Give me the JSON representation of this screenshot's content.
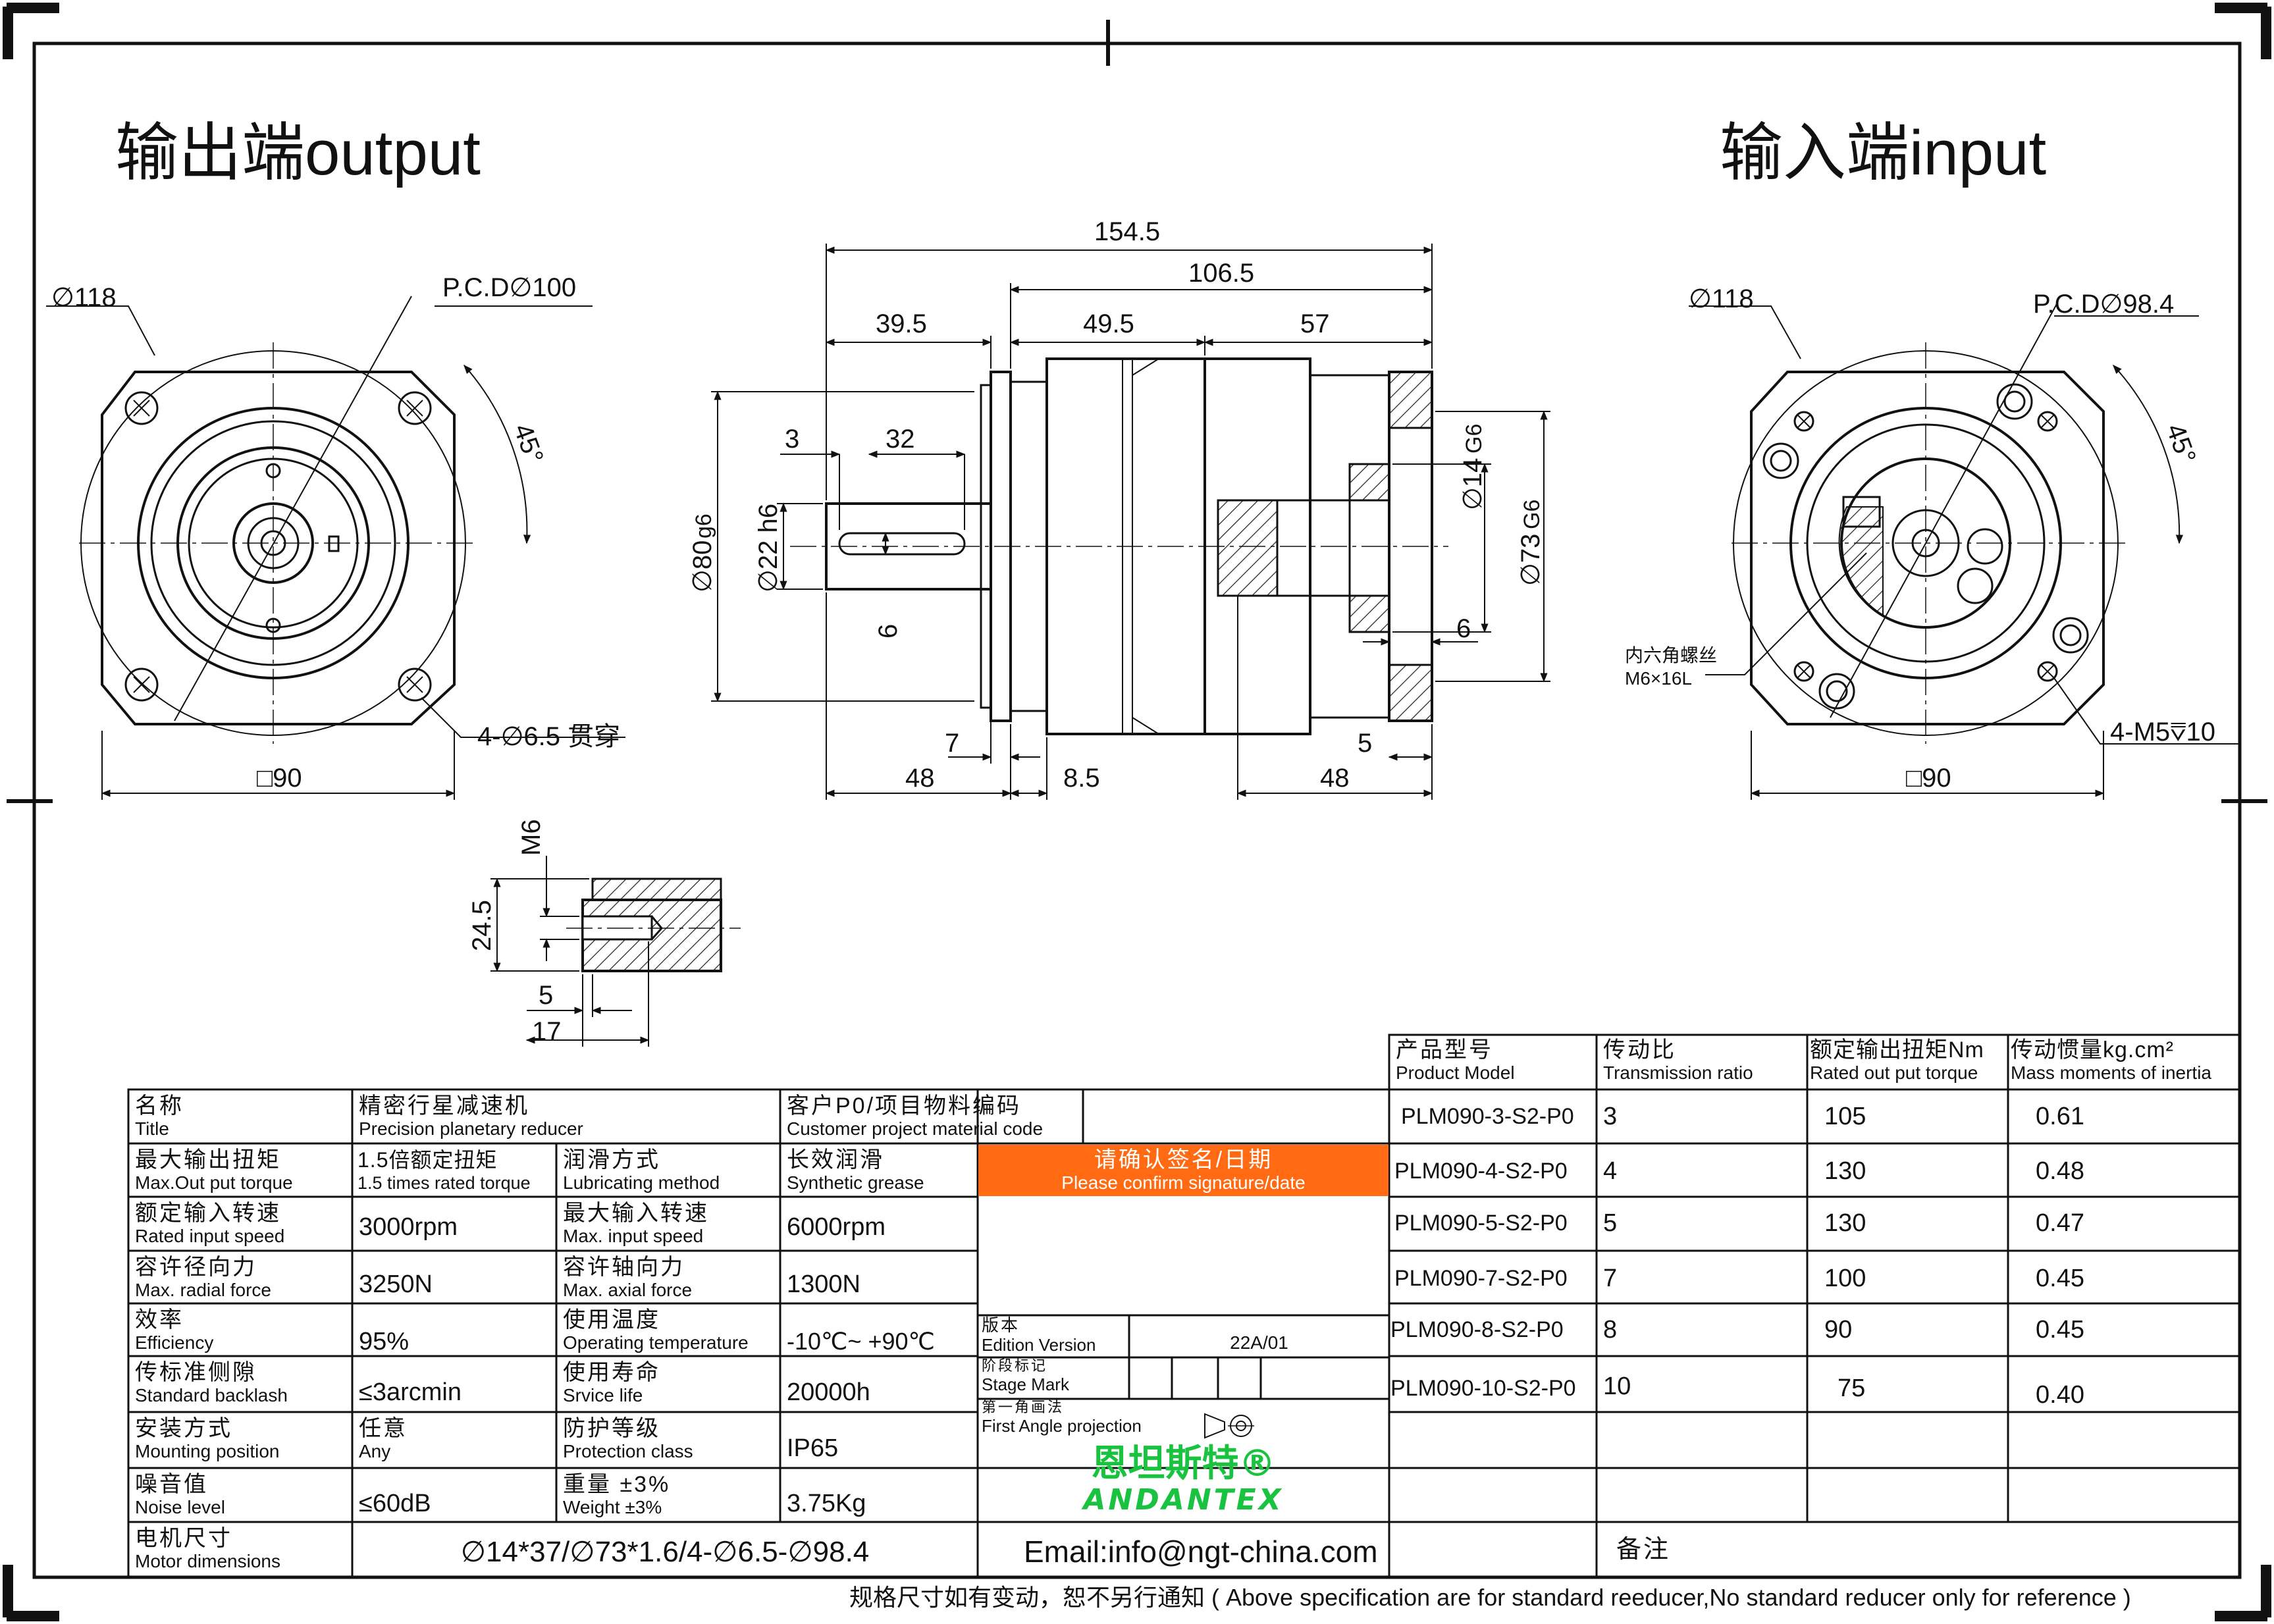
{
  "headings": {
    "output": "输出端output",
    "input": "输入端input"
  },
  "dims": {
    "overall_length": "154.5",
    "body_length": "106.5",
    "shaft_length": "39.5",
    "body_a": "49.5",
    "body_b": "57",
    "shaft_key_offset": "3",
    "key_length": "32",
    "flange_dia": "∅80",
    "flange_tol": "g6",
    "shaft_dia": "∅22 h6",
    "key_width": "6",
    "bore_dia": "∅14",
    "bore_tol": "G6",
    "spigot_dia": "∅73",
    "spigot_tol": "G6",
    "spigot_depth": "6",
    "pilot_7": "7",
    "len_48_left": "48",
    "len_8_5": "8.5",
    "len_5": "5",
    "len_48_right": "48",
    "out_outer_dia": "∅118",
    "out_pcd": "P.C.D∅100",
    "out_angle": "45°",
    "out_holes": "4-∅6.5 贯穿",
    "out_square": "□90",
    "in_outer_dia": "∅118",
    "in_pcd": "P.C.D∅98.4",
    "in_angle": "45°",
    "in_screw_zh": "内六角螺丝",
    "in_screw_en": "M6×16L",
    "in_holes": "4-M5⩢10",
    "in_square": "□90",
    "detail_thread": "M6",
    "detail_height": "24.5",
    "detail_5": "5",
    "detail_17": "17"
  },
  "spec": {
    "title": {
      "zh": "名称",
      "en": "Title",
      "value_zh": "精密行星减速机",
      "value_en": "Precision planetary reducer"
    },
    "customer": {
      "zh": "客户P0/项目物料编码",
      "en": "Customer project material code"
    },
    "max_torque": {
      "zh": "最大输出扭矩",
      "en": "Max.Out put torque",
      "value_zh": "1.5倍额定扭矩",
      "value_en": "1.5 times rated torque"
    },
    "lubrication": {
      "zh": "润滑方式",
      "en": "Lubricating method",
      "value_zh": "长效润滑",
      "value_en": "Synthetic grease"
    },
    "confirm": {
      "zh": "请确认签名/日期",
      "en": "Please confirm signature/date"
    },
    "rated_speed": {
      "zh": "额定输入转速",
      "en": "Rated input speed",
      "value": "3000rpm"
    },
    "max_speed": {
      "zh": "最大输入转速",
      "en": "Max. input speed",
      "value": "6000rpm"
    },
    "radial": {
      "zh": "容许径向力",
      "en": "Max. radial force",
      "value": "3250N"
    },
    "axial": {
      "zh": "容许轴向力",
      "en": "Max. axial force",
      "value": "1300N"
    },
    "efficiency": {
      "zh": "效率",
      "en": "Efficiency",
      "value": "95%"
    },
    "temperature": {
      "zh": "使用温度",
      "en": "Operating temperature",
      "value": "-10℃~ +90℃"
    },
    "backlash": {
      "zh": "传标准侧隙",
      "en": "Standard backlash",
      "value": "≤3arcmin"
    },
    "life": {
      "zh": "使用寿命",
      "en": "Srvice life",
      "value": "20000h"
    },
    "mounting": {
      "zh": "安装方式",
      "en": "Mounting position",
      "value_zh": "任意",
      "value_en": "Any"
    },
    "protection": {
      "zh": "防护等级",
      "en": "Protection class",
      "value": "IP65"
    },
    "noise": {
      "zh": "噪音值",
      "en": "Noise level",
      "value": "≤60dB"
    },
    "weight": {
      "zh": "重量 ±3%",
      "en": "Weight ±3%",
      "value": "3.75Kg"
    },
    "motor": {
      "zh": "电机尺寸",
      "en": "Motor dimensions",
      "value": "∅14*37/∅73*1.6/4-∅6.5-∅98.4"
    },
    "edition": {
      "zh": "版本",
      "en": "Edition Version",
      "value": "22A/01"
    },
    "stage": {
      "zh": "阶段标记",
      "en": "Stage Mark"
    },
    "projection": {
      "zh": "第一角画法",
      "en": "First Angle projection"
    },
    "logo": {
      "zh": "恩坦斯特®",
      "en": "ANDANTEX"
    },
    "email": "Email:info@ngt-china.com",
    "remark": "备注"
  },
  "models": {
    "headers": [
      {
        "zh": "产品型号",
        "en": "Product Model"
      },
      {
        "zh": "传动比",
        "en": "Transmission ratio"
      },
      {
        "zh": "额定输出扭矩Nm",
        "en": "Rated out put torque"
      },
      {
        "zh": "传动惯量kg.cm²",
        "en": "Mass moments of inertia"
      }
    ],
    "rows": [
      {
        "model": "PLM090-3-S2-P0",
        "ratio": "3",
        "torque": "105",
        "inertia": "0.61"
      },
      {
        "model": "PLM090-4-S2-P0",
        "ratio": "4",
        "torque": "130",
        "inertia": "0.48"
      },
      {
        "model": "PLM090-5-S2-P0",
        "ratio": "5",
        "torque": "130",
        "inertia": "0.47"
      },
      {
        "model": "PLM090-7-S2-P0",
        "ratio": "7",
        "torque": "100",
        "inertia": "0.45"
      },
      {
        "model": "PLM090-8-S2-P0",
        "ratio": "8",
        "torque": "90",
        "inertia": "0.45"
      },
      {
        "model": "PLM090-10-S2-P0",
        "ratio": "10",
        "torque": "75",
        "inertia": "0.40"
      }
    ]
  },
  "footer": "规格尺寸如有变动，恕不另行通知 ( Above specification are for standard reeducer,No standard reducer only for reference )"
}
